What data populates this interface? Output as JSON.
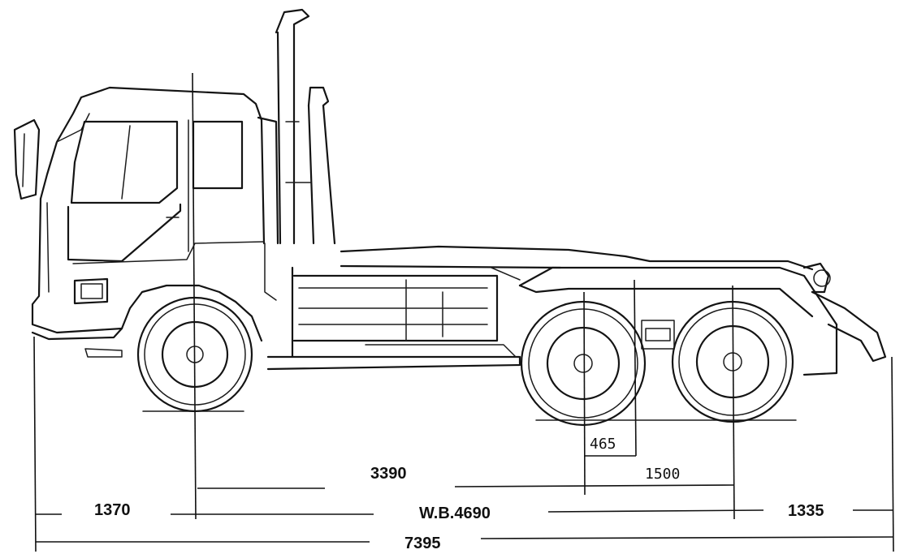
{
  "dimensions": {
    "overall_length": "7395",
    "front_overhang": "1370",
    "wheelbase": "W.B.4690",
    "rear_overhang": "1335",
    "front_to_first_rear_axle": "3390",
    "tandem_spacing": "1500",
    "offset": "465"
  }
}
